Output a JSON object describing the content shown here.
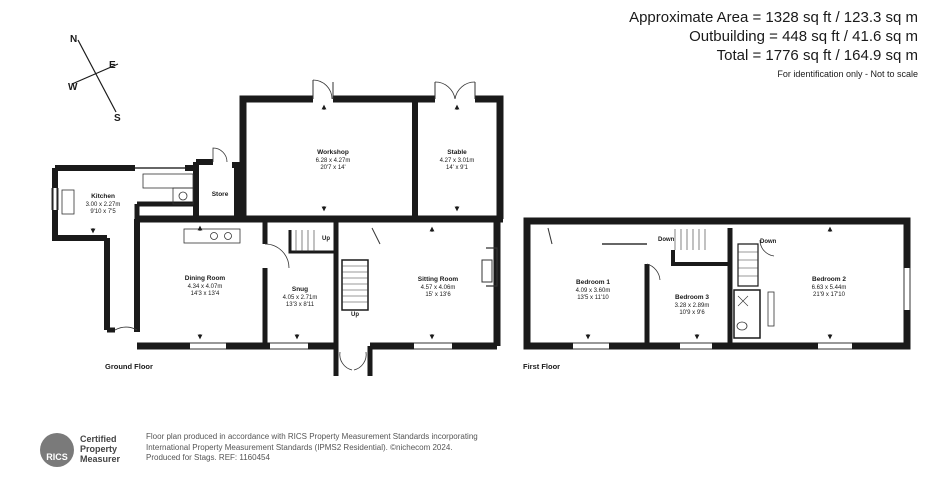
{
  "area_summary": {
    "line1": "Approximate Area = 1328 sq ft / 123.3 sq m",
    "line2": "Outbuilding = 448 sq ft / 41.6 sq m",
    "line3": "Total = 1776 sq ft / 164.9 sq m",
    "note": "For identification only - Not to scale"
  },
  "compass": {
    "n": "N",
    "s": "S",
    "e": "E",
    "w": "W"
  },
  "rooms": {
    "workshop": {
      "name": "Workshop",
      "metric": "6.28 x 4.27m",
      "imperial": "20'7 x 14'"
    },
    "stable": {
      "name": "Stable",
      "metric": "4.27 x 3.01m",
      "imperial": "14' x 9'1"
    },
    "store": {
      "name": "Store"
    },
    "kitchen": {
      "name": "Kitchen",
      "metric": "3.00 x 2.27m",
      "imperial": "9'10 x 7'5"
    },
    "dining": {
      "name": "Dining Room",
      "metric": "4.34 x 4.07m",
      "imperial": "14'3 x 13'4"
    },
    "snug": {
      "name": "Snug",
      "metric": "4.05 x 2.71m",
      "imperial": "13'3 x 8'11"
    },
    "sitting": {
      "name": "Sitting Room",
      "metric": "4.57 x 4.06m",
      "imperial": "15' x 13'6"
    },
    "bedroom1": {
      "name": "Bedroom 1",
      "metric": "4.09 x 3.60m",
      "imperial": "13'5 x 11'10"
    },
    "bedroom3": {
      "name": "Bedroom 3",
      "metric": "3.28 x 2.89m",
      "imperial": "10'9 x 9'6"
    },
    "bedroom2": {
      "name": "Bedroom 2",
      "metric": "6.63 x 5.44m",
      "imperial": "21'9 x 17'10"
    }
  },
  "stair_labels": {
    "up1": "Up",
    "up2": "Up",
    "down1": "Down",
    "down2": "Down"
  },
  "floor_labels": {
    "ground": "Ground Floor",
    "first": "First Floor"
  },
  "footer": {
    "line1": "Floor plan produced in accordance with RICS Property Measurement Standards incorporating",
    "line2": "International Property Measurement Standards (IPMS2 Residential). ©nichecom 2024.",
    "line3": "Produced for Stags.   REF: 1160454"
  },
  "rics_badge": {
    "mark": "RICS",
    "line1": "Certified",
    "line2": "Property",
    "line3": "Measurer"
  },
  "colors": {
    "wall": "#1a1a1a",
    "thin": "#333333",
    "text": "#1a1a1a",
    "badge": "#7a7a7a"
  }
}
